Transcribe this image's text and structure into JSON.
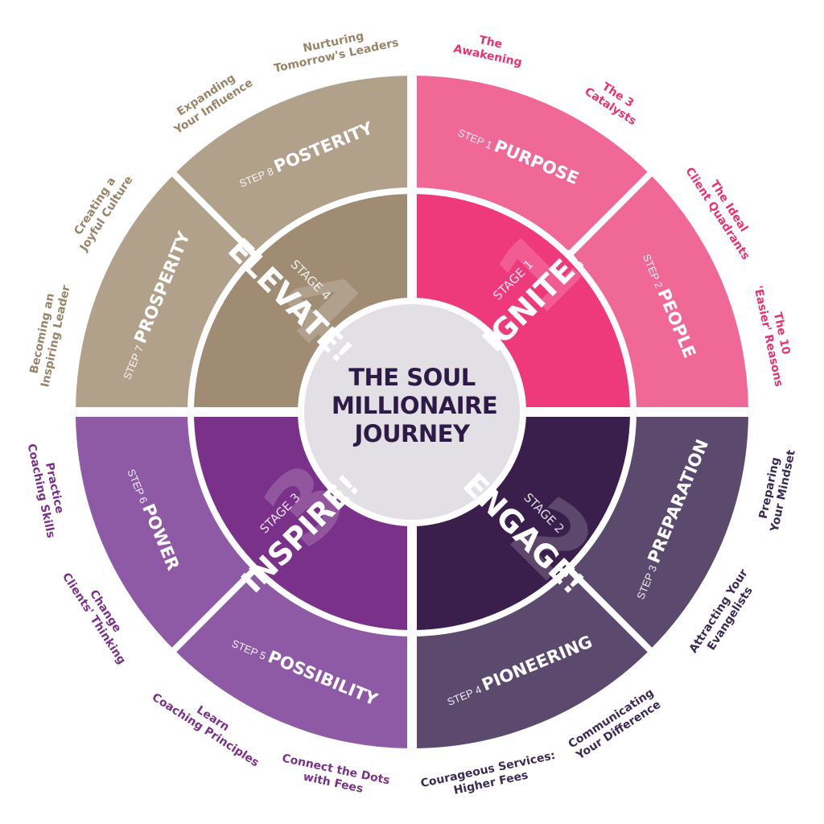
{
  "center": {
    "lines": [
      "THE SOUL",
      "MILLIONAIRE",
      "JOURNEY"
    ]
  },
  "colors": {
    "pink_light": "#f06896",
    "pink_dark": "#ee3a7a",
    "navy_light": "#5c4a6e",
    "navy_dark": "#3a1f4c",
    "purple_light": "#8e5aa5",
    "purple_dark": "#7a3189",
    "taupe_light": "#b1a08a",
    "taupe_dark": "#a08c73",
    "center_fill": "#e2dfe5",
    "label_pink": "#e8336f",
    "label_navy": "#3c2a56",
    "label_purple": "#7a3189",
    "label_taupe": "#9a8468"
  },
  "stages": [
    {
      "id": "ignite",
      "stage_label": "STAGE 1",
      "number": "1",
      "name": "IGNITE!"
    },
    {
      "id": "engage",
      "stage_label": "STAGE 2",
      "number": "2",
      "name": "ENGAGE!"
    },
    {
      "id": "inspire",
      "stage_label": "STAGE 3",
      "number": "3",
      "name": "INSPIRE!"
    },
    {
      "id": "elevate",
      "stage_label": "STAGE 4",
      "number": "4",
      "name": "ELEVATE!"
    }
  ],
  "steps": [
    {
      "id": "purpose",
      "step_label": "STEP 1",
      "name": "PURPOSE"
    },
    {
      "id": "people",
      "step_label": "STEP 2",
      "name": "PEOPLE"
    },
    {
      "id": "preparation",
      "step_label": "STEP 3",
      "name": "PREPARATION"
    },
    {
      "id": "pioneering",
      "step_label": "STEP 4",
      "name": "PIONEERING"
    },
    {
      "id": "possibility",
      "step_label": "STEP 5",
      "name": "POSSIBILITY"
    },
    {
      "id": "power",
      "step_label": "STEP 6",
      "name": "POWER"
    },
    {
      "id": "prosperity",
      "step_label": "STEP 7",
      "name": "PROSPERITY"
    },
    {
      "id": "posterity",
      "step_label": "STEP 8",
      "name": "POSTERITY"
    }
  ],
  "outer_labels": [
    {
      "lines": [
        "The",
        "Awakening"
      ]
    },
    {
      "lines": [
        "The 3",
        "Catalysts"
      ]
    },
    {
      "lines": [
        "The Ideal",
        "Client Quadrants"
      ]
    },
    {
      "lines": [
        "The 10",
        "'Easier' Reasons"
      ]
    },
    {
      "lines": [
        "Preparing",
        "Your Mindset"
      ]
    },
    {
      "lines": [
        "Attracting Your",
        "Evangelists"
      ]
    },
    {
      "lines": [
        "Communicating",
        "Your Difference"
      ]
    },
    {
      "lines": [
        "Courageous Services:",
        "Higher Fees"
      ]
    },
    {
      "lines": [
        "Connect the Dots",
        "with Fees"
      ]
    },
    {
      "lines": [
        "Learn",
        "Coaching Principles"
      ]
    },
    {
      "lines": [
        "Change",
        "Clients' Thinking"
      ]
    },
    {
      "lines": [
        "Practice",
        "Coaching Skills"
      ]
    },
    {
      "lines": [
        "Becoming an",
        "Inspiring Leader"
      ]
    },
    {
      "lines": [
        "Creating a",
        "Joyful Culture"
      ]
    },
    {
      "lines": [
        "Expanding",
        "Your Influence"
      ]
    },
    {
      "lines": [
        "Nurturing",
        "Tomorrow's Leaders"
      ]
    }
  ]
}
